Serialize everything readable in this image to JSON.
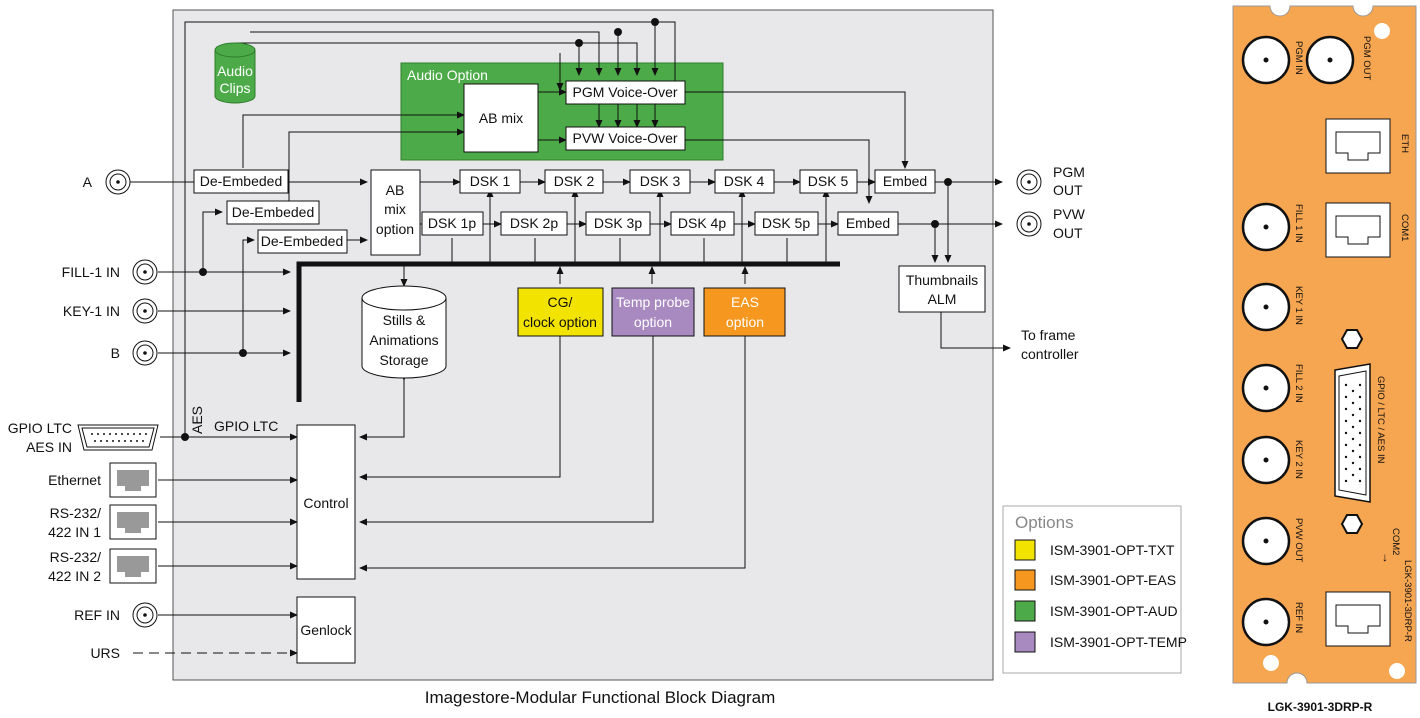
{
  "caption": "Imagestore-Modular Functional Block Diagram",
  "colors": {
    "chassis": "#e8e8ea",
    "audio_option": "#4cab48",
    "cg_option": "#f2e400",
    "temp_option": "#a889c0",
    "eas_option": "#f6981f",
    "panel": "#f6a550"
  },
  "inputs": {
    "a": "A",
    "fill1": "FILL-1 IN",
    "key1": "KEY-1 IN",
    "b": "B",
    "gpio_l1": "GPIO LTC",
    "gpio_l2": "AES IN",
    "ethernet": "Ethernet",
    "rs1_l1": "RS-232/",
    "rs1_l2": "422 IN 1",
    "rs2_l1": "RS-232/",
    "rs2_l2": "422 IN 2",
    "ref": "REF IN",
    "urs": "URS"
  },
  "outputs": {
    "pgm_l1": "PGM",
    "pgm_l2": "OUT",
    "pvw_l1": "PVW",
    "pvw_l2": "OUT",
    "frame_l1": "To frame",
    "frame_l2": "controller"
  },
  "blocks": {
    "audio_clips_l1": "Audio",
    "audio_clips_l2": "Clips",
    "audio_option": "Audio Option",
    "ab_mix": "AB mix",
    "pgm_voiceover": "PGM Voice-Over",
    "pvw_voiceover": "PVW Voice-Over",
    "de_embeded": "De-Embeded",
    "ab_mix_option_l1": "AB",
    "ab_mix_option_l2": "mix",
    "ab_mix_option_l3": "option",
    "dsk": [
      "DSK 1",
      "DSK 2",
      "DSK 3",
      "DSK 4",
      "DSK 5"
    ],
    "dskp": [
      "DSK 1p",
      "DSK 2p",
      "DSK 3p",
      "DSK 4p",
      "DSK 5p"
    ],
    "embed": "Embed",
    "thumbs_l1": "Thumbnails",
    "thumbs_l2": "ALM",
    "stills_l1": "Stills &",
    "stills_l2": "Animations",
    "stills_l3": "Storage",
    "cg_l1": "CG/",
    "cg_l2": "clock option",
    "temp_l1": "Temp probe",
    "temp_l2": "option",
    "eas_l1": "EAS",
    "eas_l2": "option",
    "aes": "AES",
    "gpio_ltc": "GPIO LTC",
    "control": "Control",
    "genlock": "Genlock"
  },
  "legend": {
    "title": "Options",
    "items": [
      {
        "label": "ISM-3901-OPT-TXT",
        "color": "#f2e400"
      },
      {
        "label": "ISM-3901-OPT-EAS",
        "color": "#f6981f"
      },
      {
        "label": "ISM-3901-OPT-AUD",
        "color": "#4cab48"
      },
      {
        "label": "ISM-3901-OPT-TEMP",
        "color": "#a889c0"
      }
    ]
  },
  "rear_panel": {
    "caption": "LGK-3901-3DRP-R",
    "pgm_in": "PGM IN",
    "pgm_out": "PGM OUT",
    "eth": "ETH",
    "fill1_in": "FILL 1 IN",
    "com1": "COM1",
    "key1_in": "KEY 1 IN",
    "fill2_in": "FILL 2 IN",
    "gpio": "GPIO / LTC / AES IN",
    "key2_in": "KEY 2 IN",
    "pvw_out": "PVW OUT",
    "com2": "COM2",
    "model": "LGK-3901-3DRP-R",
    "ref_in": "REF IN"
  }
}
